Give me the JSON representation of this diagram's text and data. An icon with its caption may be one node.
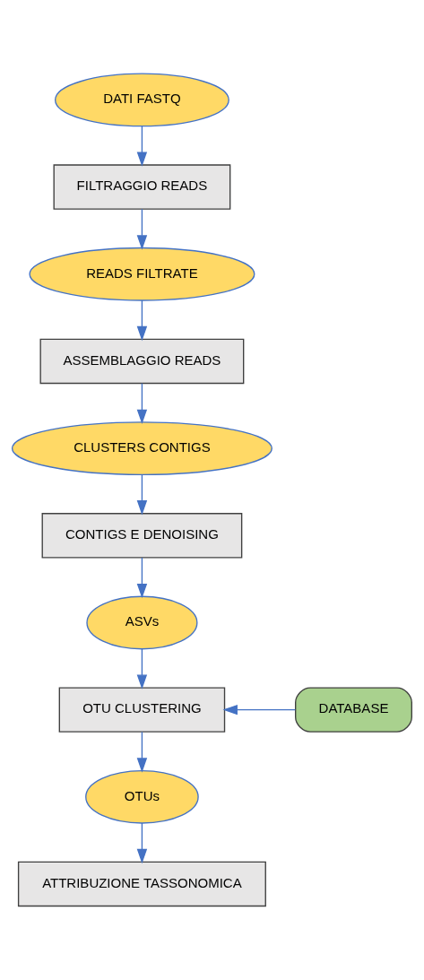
{
  "diagram": {
    "nodes": [
      {
        "text": [
          "DATI FASTQ"
        ]
      },
      {
        "text": [
          "FILTRAGGIO READS"
        ]
      },
      {
        "text": [
          "READS FILTRATE"
        ]
      },
      {
        "text": [
          "ASSEMBLAGGIO READS"
        ]
      },
      {
        "text": [
          "CLUSTERS CONTIGS"
        ]
      },
      {
        "text": [
          "CONTIGS E DENOISING"
        ]
      },
      {
        "text": [
          "ASVs"
        ]
      },
      {
        "text": [
          "OTU CLUSTERING"
        ]
      },
      {
        "text": [
          "DATABASE"
        ]
      },
      {
        "text": [
          "OTUs"
        ]
      },
      {
        "text": [
          "ATTRIBUZIONE TASSONOMICA"
        ]
      }
    ],
    "edges": [
      {
        "from": 0,
        "to": 1,
        "arrow": "to"
      },
      {
        "from": 1,
        "to": 2,
        "arrow": "to"
      },
      {
        "from": 2,
        "to": 3,
        "arrow": "to"
      },
      {
        "from": 3,
        "to": 4,
        "arrow": "to"
      },
      {
        "from": 4,
        "to": 5,
        "arrow": "to"
      },
      {
        "from": 5,
        "to": 6,
        "arrow": "to"
      },
      {
        "from": 6,
        "to": 7,
        "arrow": "to"
      },
      {
        "from": 8,
        "to": 7,
        "arrow": "to"
      },
      {
        "from": 7,
        "to": 9,
        "arrow": "to"
      },
      {
        "from": 9,
        "to": 10,
        "arrow": "to"
      }
    ]
  }
}
